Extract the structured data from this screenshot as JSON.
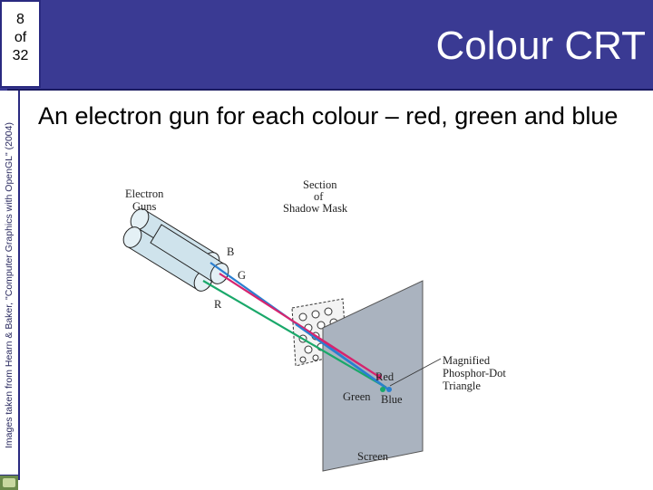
{
  "slide": {
    "page_number": "8",
    "page_of": "of",
    "page_total": "32",
    "title": "Colour CRT",
    "heading": "An electron gun for each colour – red, green and blue",
    "side_credit": "Images taken from Hearn & Baker, \"Computer Graphics with OpenGL\" (2004)"
  },
  "diagram": {
    "label_electron_guns_1": "Electron",
    "label_electron_guns_2": "Guns",
    "label_section_1": "Section",
    "label_section_2": "of",
    "label_section_3": "Shadow Mask",
    "label_b": "B",
    "label_g": "G",
    "label_r": "R",
    "label_red": "Red",
    "label_green": "Green",
    "label_blue": "Blue",
    "label_magnified_1": "Magnified",
    "label_magnified_2": "Phosphor-Dot",
    "label_magnified_3": "Triangle",
    "label_screen": "Screen"
  },
  "colors": {
    "header_bar": "#3a3a93",
    "beam_red": "#d6246e",
    "beam_green": "#1aa86a",
    "beam_blue": "#2a7fd0",
    "gun_fill": "#cfe3ec",
    "screen_fill": "#aab3bf"
  }
}
